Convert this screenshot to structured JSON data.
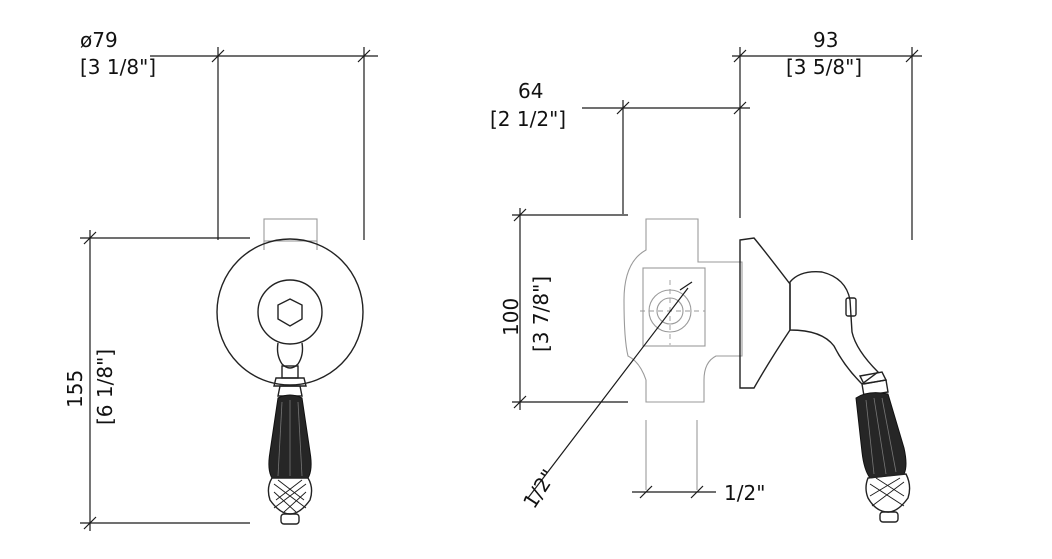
{
  "front_view": {
    "diameter": {
      "metric": "ø79",
      "imperial": "[3 1/8\"]"
    },
    "height": {
      "metric": "155",
      "imperial": "[6 1/8\"]"
    }
  },
  "side_view": {
    "offset_64": {
      "metric": "64",
      "imperial": "[2 1/2\"]"
    },
    "depth_93": {
      "metric": "93",
      "imperial": "[3 5/8\"]"
    },
    "height_100": {
      "metric": "100",
      "imperial": "[3 7/8\"]"
    },
    "connection_diag": "1/2\"",
    "connection_bottom": "1/2\""
  },
  "colors": {
    "line": "#1a1a1a",
    "hidden": "#9a9a9a",
    "handle": "#262626"
  }
}
